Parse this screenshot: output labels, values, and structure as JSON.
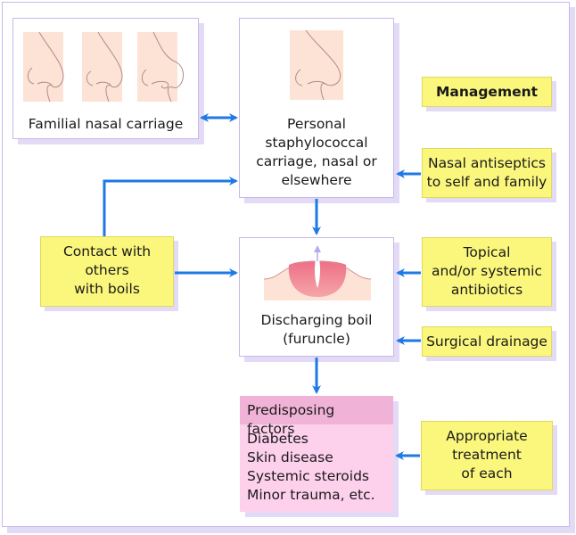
{
  "diagram": {
    "title": "Management",
    "nodes": {
      "familial": {
        "label": "Familial nasal carriage"
      },
      "personal": {
        "lines": [
          "Personal",
          "staphylococcal",
          "carriage, nasal or",
          "elsewhere"
        ]
      },
      "contact": {
        "lines": [
          "Contact with",
          "others",
          "with boils"
        ]
      },
      "boil": {
        "lines": [
          "Discharging boil",
          "(furuncle)"
        ]
      },
      "predisposing": {
        "header": "Predisposing factors",
        "items": [
          "Diabetes",
          "Skin disease",
          "Systemic steroids",
          "Minor trauma, etc."
        ]
      }
    },
    "management": {
      "antiseptics": {
        "lines": [
          "Nasal antiseptics",
          "to self and family"
        ]
      },
      "antibiotics": {
        "lines": [
          "Topical",
          "and/or systemic",
          "antibiotics"
        ]
      },
      "drainage": {
        "label": "Surgical drainage"
      },
      "treatment": {
        "lines": [
          "Appropriate",
          "treatment",
          "of each"
        ]
      }
    },
    "colors": {
      "arrow": "#1e78e6",
      "yellow_box": "#fbf77c",
      "pink_box": "#fdd0ec",
      "pink_header": "#f0b2d6",
      "border": "#c8b8ec",
      "skin": "#fce3d6",
      "boil": "#ef7f94"
    }
  }
}
